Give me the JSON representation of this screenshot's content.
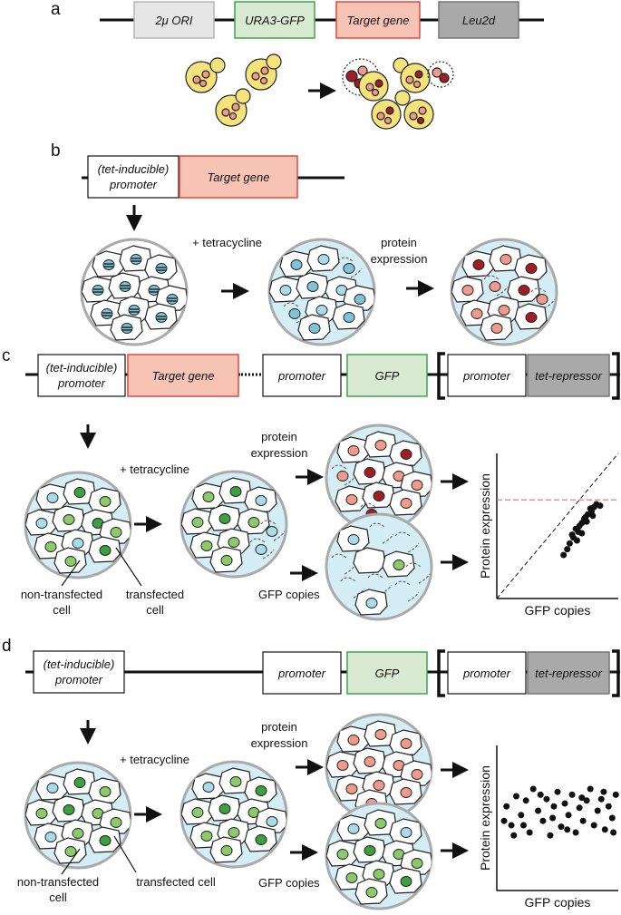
{
  "colors": {
    "grey_box": "#e6e6e6",
    "green_box": "#d9ead3",
    "green_border": "#3fa34d",
    "salmon_box": "#f7c3b5",
    "red_border": "#e04a3f",
    "dark_box": "#a9a9a9",
    "yeast_fill": "#f4e27a",
    "dark_red": "#a01f24",
    "light_red": "#f09a8c",
    "light_blue": "#d5eef5",
    "cyan": "#a9dbe8",
    "green_dark": "#3d9f3d",
    "green_light": "#8cc96b",
    "dashed_red": "#e66d6d"
  },
  "panels": {
    "a": "a",
    "b": "b",
    "c": "c",
    "d": "d"
  },
  "a": {
    "boxes": [
      "2μ ORI",
      "URA3-GFP",
      "Target gene",
      "Leu2d"
    ]
  },
  "b": {
    "promoter_line1": "(tet-inducible)",
    "promoter_line2": "promoter",
    "target": "Target gene",
    "tetracycline": "+ tetracycline",
    "protein_line1": "protein",
    "protein_line2": "expression"
  },
  "c": {
    "promoter_line1": "(tet-inducible)",
    "promoter_line2": "promoter",
    "target": "Target gene",
    "promoter2": "promoter",
    "gfp": "GFP",
    "promoter3": "promoter",
    "repressor": "tet-repressor",
    "tetracycline": "+ tetracycline",
    "protein_line1": "protein",
    "protein_line2": "expression",
    "gfp_copies": "GFP copies",
    "nontransfected_line1": "non-transfected",
    "nontransfected_line2": "cell",
    "transfected_line1": "transfected",
    "transfected_line2": "cell"
  },
  "d": {
    "promoter_line1": "(tet-inducible)",
    "promoter_line2": "promoter",
    "promoter2": "promoter",
    "gfp": "GFP",
    "promoter3": "promoter",
    "repressor": "tet-repressor",
    "tetracycline": "+ tetracycline",
    "protein_line1": "protein",
    "protein_line2": "expression",
    "gfp_copies": "GFP copies",
    "nontransfected_line1": "non-transfected",
    "nontransfected_line2": "cell",
    "transfected": "transfected cell"
  },
  "chart_data": [
    {
      "type": "scatter",
      "xlabel": "GFP copies",
      "ylabel": "Protein expression",
      "points": [
        [
          0.55,
          0.3
        ],
        [
          0.6,
          0.38
        ],
        [
          0.63,
          0.42
        ],
        [
          0.58,
          0.34
        ],
        [
          0.67,
          0.46
        ],
        [
          0.7,
          0.52
        ],
        [
          0.65,
          0.48
        ],
        [
          0.72,
          0.55
        ],
        [
          0.75,
          0.58
        ],
        [
          0.78,
          0.6
        ],
        [
          0.8,
          0.63
        ],
        [
          0.62,
          0.44
        ],
        [
          0.68,
          0.5
        ],
        [
          0.73,
          0.56
        ],
        [
          0.77,
          0.62
        ],
        [
          0.82,
          0.65
        ],
        [
          0.7,
          0.45
        ],
        [
          0.66,
          0.4
        ],
        [
          0.74,
          0.53
        ],
        [
          0.79,
          0.57
        ],
        [
          0.85,
          0.64
        ]
      ],
      "diagonal": true,
      "threshold_line": 0.68
    },
    {
      "type": "scatter",
      "xlabel": "GFP copies",
      "ylabel": "Protein expression",
      "points": [
        [
          0.08,
          0.58
        ],
        [
          0.12,
          0.45
        ],
        [
          0.16,
          0.65
        ],
        [
          0.2,
          0.52
        ],
        [
          0.24,
          0.62
        ],
        [
          0.27,
          0.4
        ],
        [
          0.3,
          0.7
        ],
        [
          0.34,
          0.55
        ],
        [
          0.38,
          0.48
        ],
        [
          0.41,
          0.63
        ],
        [
          0.44,
          0.38
        ],
        [
          0.47,
          0.58
        ],
        [
          0.5,
          0.68
        ],
        [
          0.53,
          0.44
        ],
        [
          0.56,
          0.6
        ],
        [
          0.59,
          0.52
        ],
        [
          0.62,
          0.66
        ],
        [
          0.65,
          0.4
        ],
        [
          0.68,
          0.57
        ],
        [
          0.71,
          0.48
        ],
        [
          0.74,
          0.62
        ],
        [
          0.77,
          0.7
        ],
        [
          0.8,
          0.45
        ],
        [
          0.83,
          0.55
        ],
        [
          0.86,
          0.63
        ],
        [
          0.89,
          0.42
        ],
        [
          0.92,
          0.58
        ],
        [
          0.95,
          0.5
        ],
        [
          0.98,
          0.66
        ],
        [
          0.14,
          0.38
        ],
        [
          0.36,
          0.66
        ],
        [
          0.58,
          0.42
        ],
        [
          0.7,
          0.64
        ],
        [
          0.88,
          0.68
        ],
        [
          0.06,
          0.48
        ],
        [
          0.46,
          0.5
        ],
        [
          0.22,
          0.45
        ],
        [
          0.96,
          0.4
        ]
      ]
    }
  ]
}
